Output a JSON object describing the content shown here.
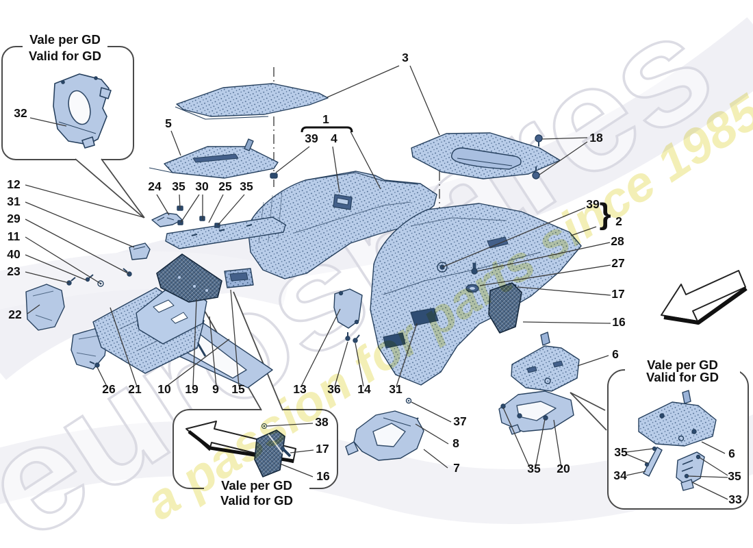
{
  "diagram": {
    "watermark": {
      "brand": "eurospares",
      "tagline": "a passion for parts since 1985"
    },
    "insets": {
      "top_left": {
        "line1": "Vale per GD",
        "line2": "Valid for GD"
      },
      "bottom_center": {
        "line1": "Vale per GD",
        "line2": "Valid for GD"
      },
      "bottom_right": {
        "line1": "Vale per GD",
        "line2": "Valid for GD"
      }
    },
    "callouts": [
      {
        "t": "3"
      },
      {
        "t": "5"
      },
      {
        "t": "1"
      },
      {
        "t": "39"
      },
      {
        "t": "4"
      },
      {
        "t": "18"
      },
      {
        "t": "32"
      },
      {
        "t": "12"
      },
      {
        "t": "31"
      },
      {
        "t": "29"
      },
      {
        "t": "11"
      },
      {
        "t": "40"
      },
      {
        "t": "23"
      },
      {
        "t": "22"
      },
      {
        "t": "24"
      },
      {
        "t": "35"
      },
      {
        "t": "30"
      },
      {
        "t": "25"
      },
      {
        "t": "35"
      },
      {
        "t": "39"
      },
      {
        "t": "}"
      },
      {
        "t": "2"
      },
      {
        "t": "28"
      },
      {
        "t": "27"
      },
      {
        "t": "17"
      },
      {
        "t": "16"
      },
      {
        "t": "6"
      },
      {
        "t": "26"
      },
      {
        "t": "21"
      },
      {
        "t": "10"
      },
      {
        "t": "19"
      },
      {
        "t": "9"
      },
      {
        "t": "15"
      },
      {
        "t": "13"
      },
      {
        "t": "36"
      },
      {
        "t": "14"
      },
      {
        "t": "31"
      },
      {
        "t": "37"
      },
      {
        "t": "8"
      },
      {
        "t": "7"
      },
      {
        "t": "38"
      },
      {
        "t": "17"
      },
      {
        "t": "16"
      },
      {
        "t": "35"
      },
      {
        "t": "20"
      },
      {
        "t": "35"
      },
      {
        "t": "34"
      },
      {
        "t": "6"
      },
      {
        "t": "35"
      },
      {
        "t": "33"
      }
    ],
    "colors": {
      "part_fill": "#b9cde9",
      "part_shade": "#9ab3d8",
      "part_stroke": "#26405e",
      "pad_fill": "#4f6a8a",
      "leader": "#3a3a3a",
      "brand_outline": "#d7d7e0",
      "tagline": "#e9e27a"
    }
  }
}
